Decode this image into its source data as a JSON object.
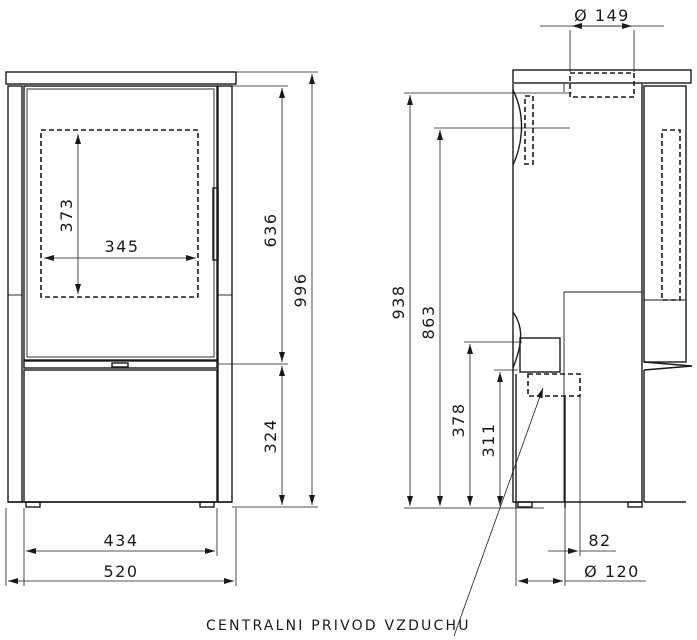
{
  "front_view": {
    "dims": {
      "inner_width": "345",
      "inner_height": "373",
      "door_height": "636",
      "total_height": "996",
      "bottom_height": "324",
      "body_width": "434",
      "total_width": "520"
    }
  },
  "side_view": {
    "dims": {
      "flue_diameter": "Ø 149",
      "flue_center_height": "938",
      "rear_outlet_height": "863",
      "air_inlet_height": "378",
      "air_inlet_center": "311",
      "air_inlet_offset": "82",
      "air_inlet_diameter": "Ø 120"
    },
    "note": "CENTRALNI PRIVOD VZDUCHU"
  }
}
